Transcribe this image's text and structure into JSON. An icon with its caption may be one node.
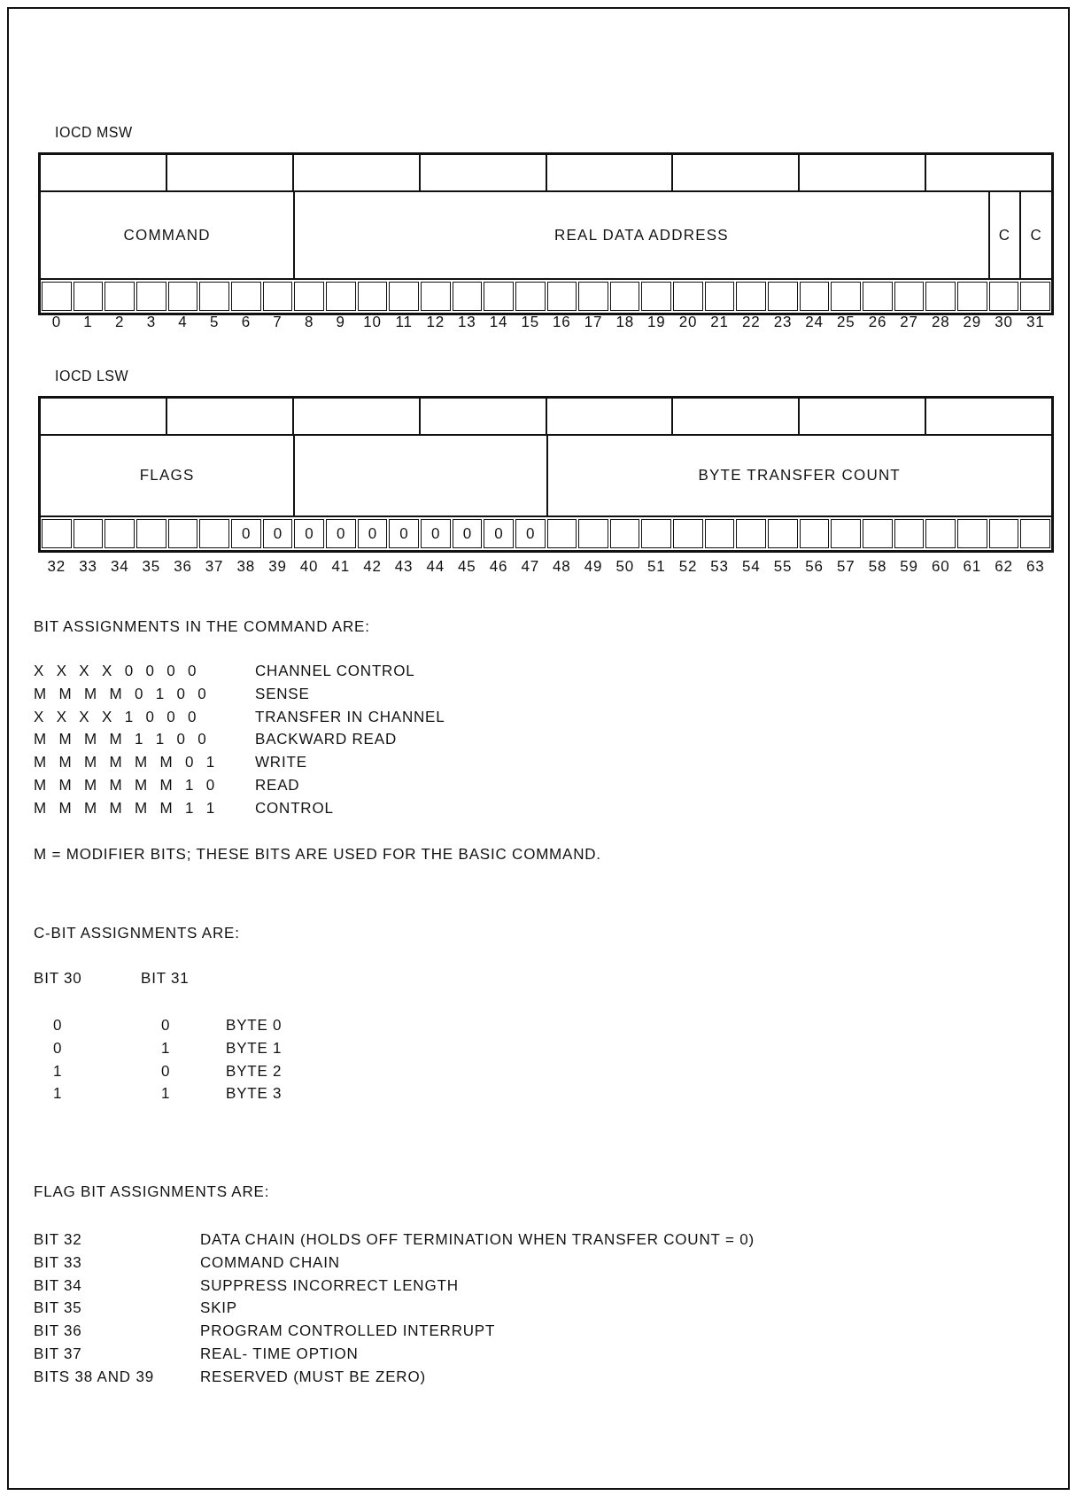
{
  "diagram": {
    "nodes": [
      {
        "text": [
          "IOCD MSW"
        ]
      },
      {
        "text": [
          "COMMAND"
        ],
        "in": 0
      },
      {
        "text": [
          "REAL DATA ADDRESS"
        ],
        "in": 0
      },
      {
        "text": [
          "C"
        ],
        "in": 0
      },
      {
        "text": [
          "C"
        ],
        "in": 0
      },
      {
        "text": [
          "IOCD LSW"
        ]
      },
      {
        "text": [
          "FLAGS"
        ],
        "in": 5
      },
      {
        "text": [],
        "shape": "box",
        "in": 5
      },
      {
        "text": [
          "BYTE TRANSFER COUNT"
        ],
        "in": 5
      }
    ],
    "labels": [
      "0",
      "1",
      "2",
      "3",
      "4",
      "5",
      "6",
      "7",
      "8",
      "9",
      "10",
      "11",
      "12",
      "13",
      "14",
      "15",
      "16",
      "17",
      "18",
      "19",
      "20",
      "21",
      "22",
      "23",
      "24",
      "25",
      "26",
      "27",
      "28",
      "29",
      "30",
      "31",
      "0",
      "0",
      "0",
      "0",
      "0",
      "0",
      "0",
      "0",
      "0",
      "0",
      "32",
      "33",
      "34",
      "35",
      "36",
      "37",
      "38",
      "39",
      "40",
      "41",
      "42",
      "43",
      "44",
      "45",
      "46",
      "47",
      "48",
      "49",
      "50",
      "51",
      "52",
      "53",
      "54",
      "55",
      "56",
      "57",
      "58",
      "59",
      "60",
      "61",
      "62",
      "63",
      "BIT ASSIGNMENTS IN THE COMMAND ARE:",
      "X X X X 0 0 0 0",
      "CHANNEL CONTROL",
      "M M M M 0 1 0 0",
      "SENSE",
      "X X X X 1 0 0 0",
      "TRANSFER IN CHANNEL",
      "M M M M 1 1 0 0",
      "BACKWARD READ",
      "M M M M M M 0 1",
      "WRITE",
      "M M M M M M 1 0",
      "READ",
      "M M M M M M 1 1",
      "CONTROL",
      "M = MODIFIER BITS; THESE BITS ARE USED FOR THE BASIC COMMAND.",
      "C-BIT ASSIGNMENTS ARE:",
      "BIT 30",
      "BIT 31",
      "0",
      "0",
      "BYTE 0",
      "0",
      "1",
      "BYTE 1",
      "1",
      "0",
      "BYTE 2",
      "1",
      "1",
      "BYTE 3",
      "FLAG BIT ASSIGNMENTS ARE:",
      "BIT 32",
      "DATA CHAIN (HOLDS OFF TERMINATION WHEN TRANSFER COUNT = 0)",
      "BIT 33",
      "COMMAND CHAIN",
      "BIT 34",
      "SUPPRESS INCORRECT LENGTH",
      "BIT 35",
      "SKIP",
      "BIT 36",
      "PROGRAM CONTROLLED INTERRUPT",
      "BIT 37",
      "REAL- TIME OPTION",
      "BITS 38 AND 39",
      "RESERVED (MUST BE ZERO)"
    ]
  }
}
